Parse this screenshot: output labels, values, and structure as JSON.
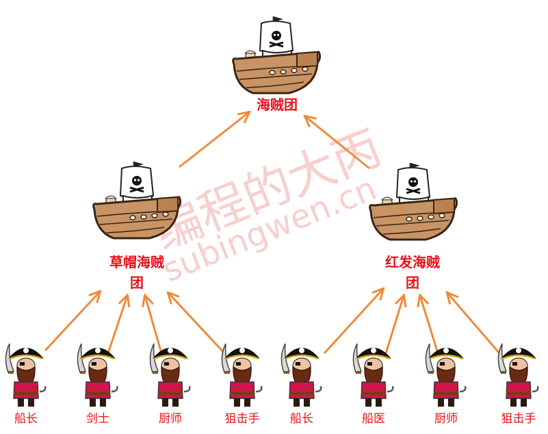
{
  "root": {
    "label": "海贼团",
    "icon": "pirate-ship-icon"
  },
  "groups": [
    {
      "label_line1": "草帽海贼",
      "label_line2": "团",
      "icon": "pirate-ship-icon"
    },
    {
      "label_line1": "红发海贼",
      "label_line2": "团",
      "icon": "pirate-ship-icon"
    }
  ],
  "members": [
    {
      "label": "船长",
      "icon": "pirate-captain-icon"
    },
    {
      "label": "剑士",
      "icon": "pirate-captain-icon"
    },
    {
      "label": "厨师",
      "icon": "pirate-captain-icon"
    },
    {
      "label": "狙击手",
      "icon": "pirate-captain-icon"
    },
    {
      "label": "船长",
      "icon": "pirate-captain-icon"
    },
    {
      "label": "船医",
      "icon": "pirate-captain-icon"
    },
    {
      "label": "厨师",
      "icon": "pirate-captain-icon"
    },
    {
      "label": "狙击手",
      "icon": "pirate-captain-icon"
    }
  ],
  "watermark": {
    "line1": "编程的大丙",
    "line2": "subingwen.cn"
  },
  "colors": {
    "arrow": "#f08a3a",
    "label": "#e8101a",
    "watermark": "#f7c8c8"
  }
}
